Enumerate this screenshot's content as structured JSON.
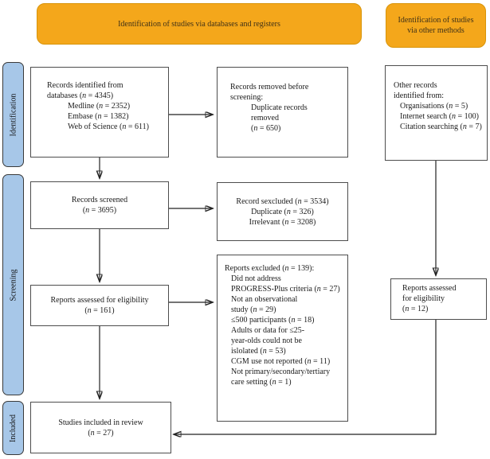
{
  "banners": {
    "databases": "Identification of studies via databases and registers",
    "other": "Identification of studies via other methods"
  },
  "stages": [
    "Identification",
    "Screening",
    "Included"
  ],
  "boxes": {
    "records_identified": {
      "lines": [
        {
          "t": "Records identified from",
          "i": 0
        },
        {
          "t": "databases (n = 4345)",
          "i": 0
        },
        {
          "t": "Medline (n = 2352)",
          "i": 1
        },
        {
          "t": "Embase (n = 1382)",
          "i": 1
        },
        {
          "t": "Web of Science (n = 611)",
          "i": 1
        }
      ]
    },
    "records_removed": {
      "lines": [
        {
          "t": "Records removed before",
          "i": 0
        },
        {
          "t": "screening:",
          "i": 0
        },
        {
          "t": "Duplicate records",
          "i": 1
        },
        {
          "t": "removed",
          "i": 1
        },
        {
          "t": "(n = 650)",
          "i": 1
        }
      ]
    },
    "other_records": {
      "lines": [
        {
          "t": "Other records",
          "i": 0
        },
        {
          "t": "identified from:",
          "i": 0
        },
        {
          "t": "Organisations (n = 5)",
          "i": 1
        },
        {
          "t": "Internet search (n = 100)",
          "i": 1
        },
        {
          "t": "Citation searching (n = 7)",
          "i": 1
        }
      ]
    },
    "records_screened": {
      "lines": [
        {
          "t": "Records screened",
          "i": 0
        },
        {
          "t": "(n = 3695)",
          "i": 0
        }
      ]
    },
    "records_excluded": {
      "lines": [
        {
          "t": "Record sexcluded (n = 3534)",
          "i": 0
        },
        {
          "t": "Duplicate (n = 326)",
          "i": 0
        },
        {
          "t": "Irrelevant (n = 3208)",
          "i": 0
        }
      ]
    },
    "reports_assessed": {
      "lines": [
        {
          "t": "Reports assessed for eligibility",
          "i": 0
        },
        {
          "t": "(n = 161)",
          "i": 0
        }
      ]
    },
    "reports_excluded": {
      "lines": [
        {
          "t": "Reports excluded (n = 139):",
          "i": 0
        },
        {
          "t": "Did not address",
          "i": 1
        },
        {
          "t": "PROGRESS-Plus criteria (n = 27)",
          "i": 1
        },
        {
          "t": "Not an observational",
          "i": 1
        },
        {
          "t": "study (n = 29)",
          "i": 1
        },
        {
          "t": "≤500 participants (n = 18)",
          "i": 1
        },
        {
          "t": "Adults or data for ≤25-",
          "i": 1
        },
        {
          "t": "year-olds could not be",
          "i": 1
        },
        {
          "t": "islolated (n = 53)",
          "i": 1
        },
        {
          "t": "CGM use not reported (n = 11)",
          "i": 1
        },
        {
          "t": "Not primary/secondary/tertiary",
          "i": 1
        },
        {
          "t": "care setting (n = 1)",
          "i": 1
        }
      ]
    },
    "reports_assessed_other": {
      "lines": [
        {
          "t": "Reports assessed",
          "i": 0
        },
        {
          "t": "for eligibility",
          "i": 0
        },
        {
          "t": "(n = 12)",
          "i": 0
        }
      ]
    },
    "studies_included": {
      "lines": [
        {
          "t": "Studies included in review",
          "i": 0
        },
        {
          "t": "(n = 27)",
          "i": 0
        }
      ]
    }
  },
  "colors": {
    "banner_fill": "#f4a71b",
    "stage_fill": "#a7c7e8",
    "box_border": "#4d4d4d",
    "arrow": "#222222"
  }
}
